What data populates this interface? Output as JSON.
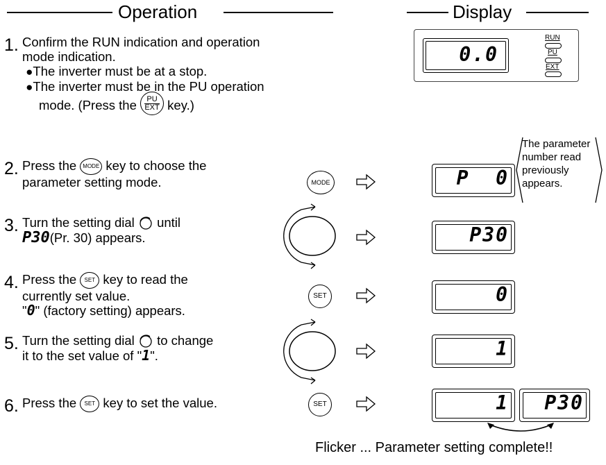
{
  "headers": {
    "operation": "Operation",
    "display": "Display"
  },
  "steps": [
    {
      "num": "1.",
      "lines": [
        "Confirm the RUN indication and operation",
        "mode indication."
      ],
      "bullets": [
        "The inverter must be at a stop.",
        "The inverter must be in the PU operation"
      ],
      "tail_pre": "mode. (Press the ",
      "tail_post": " key.)"
    },
    {
      "num": "2.",
      "pre": "Press the ",
      "post": " key to choose the",
      "line2": "parameter setting mode."
    },
    {
      "num": "3.",
      "pre": "Turn the setting dial ",
      "post": " until",
      "line2_seg": "P30",
      "line2_post": "(Pr. 30) appears."
    },
    {
      "num": "4.",
      "pre": "Press the ",
      "post": " key to read the",
      "line2": "currently set value.",
      "line3_pre": "\"",
      "line3_seg": "0",
      "line3_post": "\" (factory setting) appears."
    },
    {
      "num": "5.",
      "pre": "Turn the setting dial ",
      "post": " to change",
      "line2_pre": "it to the set value of \"",
      "line2_seg": "1",
      "line2_post": "\"."
    },
    {
      "num": "6.",
      "pre": "Press the ",
      "post": " key to set the value."
    }
  ],
  "keys": {
    "mode": "MODE",
    "set": "SET",
    "pu": "PU",
    "ext": "EXT"
  },
  "indicators": {
    "run": "RUN",
    "pu": "PU",
    "ext": "EXT"
  },
  "displays": {
    "d1": "0.0",
    "d2": "P  0",
    "d3": "P30",
    "d4": "0",
    "d5": "1",
    "d6a": "1",
    "d6b": "P30"
  },
  "note": [
    "The parameter",
    "number read",
    "previously",
    "appears."
  ],
  "footer": "Flicker ... Parameter setting complete!!"
}
